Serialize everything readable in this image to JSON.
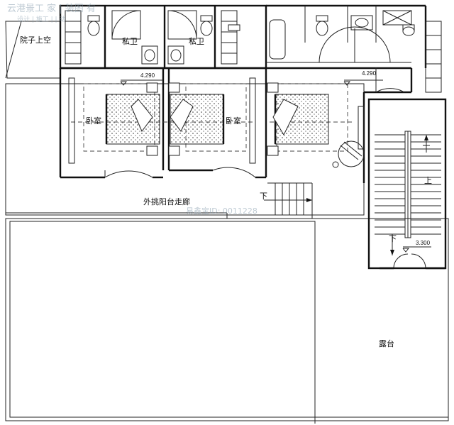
{
  "watermark": {
    "top_left": "云港景工 家 |  装图 有",
    "top_left_sub": "设计 | 施工 |  |  动",
    "center": "易鑫宝ID: 0011228"
  },
  "labels": {
    "courtyard_void": "院子上空",
    "private_bath_1": "私卫",
    "private_bath_2": "私卫",
    "bedroom_1": "卧室",
    "bedroom_2": "卧室",
    "cantilever_corridor": "外挑阳台走廊",
    "down_1": "下",
    "down_2": "下",
    "up": "上",
    "terrace": "露台"
  },
  "elevations": {
    "bedroom_left": "4.290",
    "bedroom_right": "4.290",
    "stair_landing": "3.300"
  },
  "colors": {
    "line": "#111111",
    "background": "#ffffff",
    "watermark": "#8aa0b0"
  }
}
